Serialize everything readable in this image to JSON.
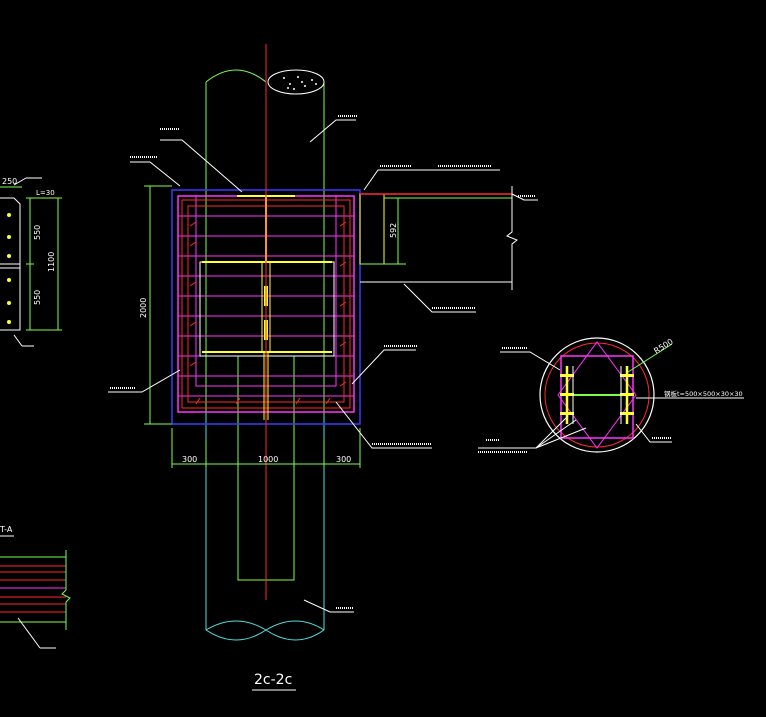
{
  "colors": {
    "background": "#000000",
    "green": "#7CFF4A",
    "white": "#FFFFFF",
    "magenta": "#FF33FF",
    "red": "#FF2A2A",
    "blue": "#3A3AFF",
    "yellow": "#FFFF33",
    "cyan": "#4AE0E0"
  },
  "main_view": {
    "section_title": "2c-2c",
    "dims": {
      "total_height": "2000",
      "right_height": "592",
      "bottom_left": "300",
      "bottom_mid": "1000",
      "bottom_right": "300"
    }
  },
  "left_partial": {
    "dims": [
      "250",
      "L=30",
      "550",
      "1100",
      "550"
    ],
    "label_bottom": "T-A"
  },
  "circle_view": {
    "radius_label": "R500",
    "plate_label": "钢板t=500×500×30×30"
  }
}
